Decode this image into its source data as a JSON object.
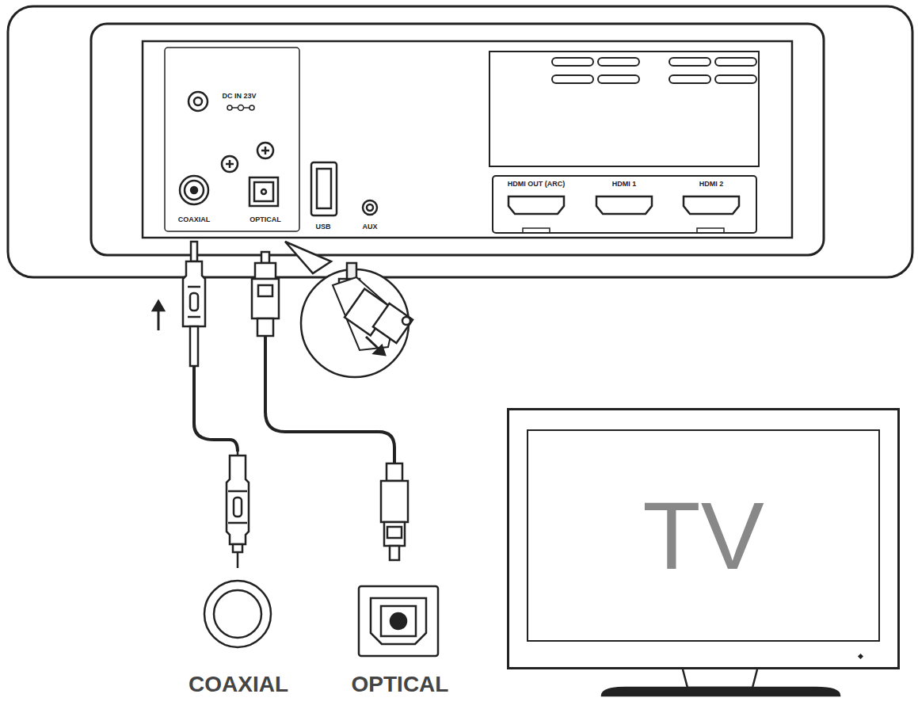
{
  "diagram": {
    "nodes": [
      {
        "text": [
          "TV"
        ]
      }
    ],
    "labels": [
      "DC IN 23V",
      "COAXIAL",
      "OPTICAL",
      "USB",
      "AUX",
      "HDMI OUT (ARC)",
      "HDMI 1",
      "HDMI 2",
      "COAXIAL",
      "OPTICAL"
    ]
  }
}
